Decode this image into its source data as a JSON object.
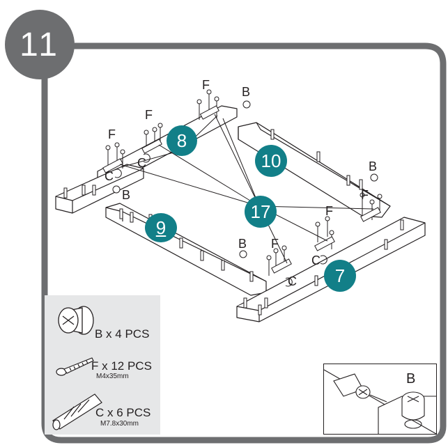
{
  "step": {
    "number": "11"
  },
  "panels": [
    {
      "callout": "8"
    },
    {
      "callout": "10"
    },
    {
      "callout": "9"
    },
    {
      "callout": "17"
    },
    {
      "callout": "7"
    }
  ],
  "fastener_labels": {
    "b": "B",
    "f": "F",
    "c": "C"
  },
  "hardware": [
    {
      "icon": "cam-lock-icon",
      "label": "B x 4 PCS",
      "spec": ""
    },
    {
      "icon": "screw-icon",
      "label": "F x 12 PCS",
      "spec": "M4x35mm"
    },
    {
      "icon": "dowel-icon",
      "label": "C x 6 PCS",
      "spec": "M7.8x30mm"
    }
  ],
  "inset": {
    "label": "B"
  },
  "colors": {
    "badge": "#6d6e70",
    "frame": "#6d6e70",
    "callout": "#127f88",
    "panel": "#e6e7e8"
  }
}
